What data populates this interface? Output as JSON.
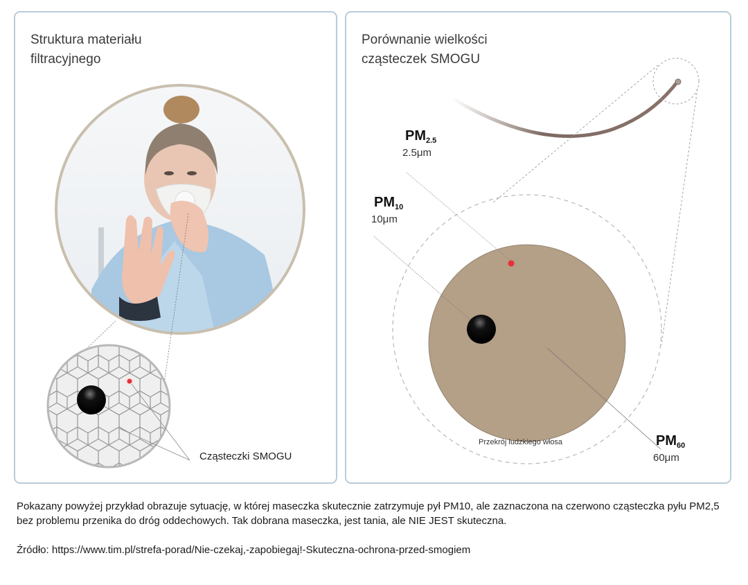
{
  "left_panel": {
    "title": "Struktura materiału\nfiltracyjnego",
    "photo_alt": "woman-wearing-mask-photo",
    "filter_caption": "Cząsteczki SMOGU"
  },
  "right_panel": {
    "title": "Porównanie wielkości\ncząsteczek SMOGU",
    "labels": [
      {
        "name": "PM",
        "sub": "2.5",
        "size": "2.5μm"
      },
      {
        "name": "PM",
        "sub": "10",
        "size": "10μm"
      },
      {
        "name": "PM",
        "sub": "60",
        "size": "60μm"
      }
    ],
    "hair_caption": "Przekrój ludzkiego włosa"
  },
  "colors": {
    "panel_border": "#b7ccd9",
    "hair": "#b49f87",
    "pm25_dot": "#e8303a",
    "pm10_dot": "#111111",
    "photo_ring": "#c9bfae"
  },
  "footer": {
    "description": "Pokazany powyżej przykład obrazuje sytuację, w której maseczka skutecznie zatrzymuje pył PM10, ale zaznaczona na czerwono cząsteczka pyłu PM2,5 bez problemu przenika do dróg oddechowych. Tak dobrana maseczka, jest tania, ale NIE JEST skuteczna.",
    "source": "Źródło: https://www.tim.pl/strefa-porad/Nie-czekaj,-zapobiegaj!-Skuteczna-ochrona-przed-smogiem"
  }
}
